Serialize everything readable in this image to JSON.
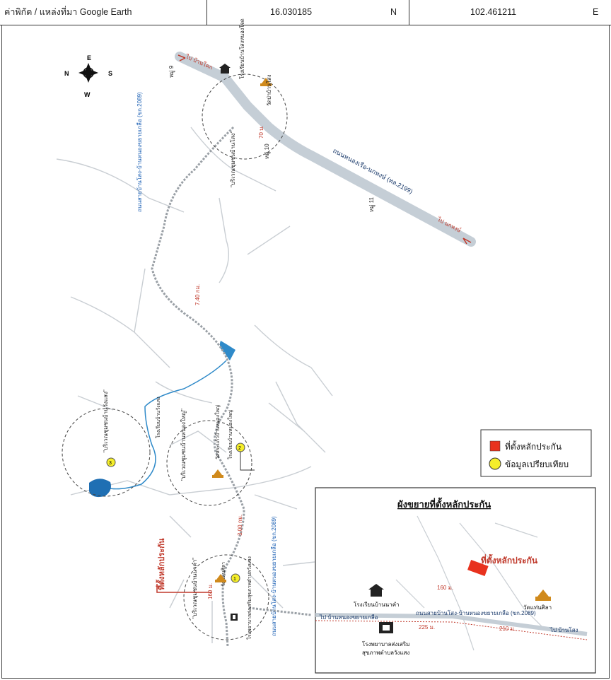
{
  "header": {
    "source_label": "ค่าพิกัด / แหล่งที่มา Google Earth",
    "lat_value": "16.030185",
    "lat_dir": "N",
    "lon_value": "102.461211",
    "lon_dir": "E"
  },
  "compass": {
    "n": "N",
    "e": "E",
    "s": "S",
    "w": "W"
  },
  "roads": {
    "main_highway": "ถนนหนองเรือ-นกหงษ์ (ทล.2199)",
    "side_road_upper": "ถนนสายบ้านโสง-บ้านหนองขยายเกลือ (ขก.2089)",
    "side_road_lower": "ถนนสายบ้านโสง-บ้านหนองขยายเกลือ (ขก.2089)",
    "to_top": "ไป บ้านโคก",
    "to_bottom": "ไป นกหงษ์",
    "dist_1": "7.40 กม.",
    "dist_2": "3.00 กม.",
    "dist_3": "70 ม.",
    "dist_4": "160 ม."
  },
  "places": {
    "school_1": "โรงเรียนบ้านโสงหนองโจด",
    "temple_1": "วัดป่าบ้านโสง",
    "moo_1": "หมู่ 9",
    "moo_2": "หมู่ 10",
    "moo_3": "หมู่ 11",
    "community_1": "\"บริเวณชุมชนบ้านโสง\"",
    "community_2": "\"บริเวณชุมชนบ้านวังแสง\"",
    "community_3": "\"บริเวณชุมชนบ้านหนองใหญ่\"",
    "community_4": "\"บริเวณชุมชนบ้านนาคำ\"",
    "school_2": "โรงเรียนบ้านวังแสง",
    "school_3": "โรงเรียนบ้านหนองใหญ่",
    "temple_2": "วัดสระแก้วบ้านหนองใหญ่",
    "temple_3": "วัดแท่นศิลา",
    "hospital": "โรงพยาบาลส่งเสริมสุขภาพตำบลวังแสง",
    "collateral_label": "ที่ตั้งหลักประกัน",
    "marker_1": "1",
    "marker_2": "2",
    "marker_3": "3"
  },
  "legend": {
    "collateral": "ที่ตั้งหลักประกัน",
    "comparison": "ข้อมูลเปรียบเทียบ",
    "collateral_color": "#e8321e",
    "comparison_color": "#f5ee2a"
  },
  "inset": {
    "title": "ผังขยายที่ตั้งหลักประกัน",
    "collateral": "ที่ตั้งหลักประกัน",
    "school": "โรงเรียนบ้านนาคำ",
    "temple": "วัดแท่นศิลา",
    "hospital_1": "โรงพยาบาลส่งเสริม",
    "hospital_2": "สุขภาพตำบลวังแสง",
    "road": "ถนนสายบ้านโสง-บ้านหนองขยายเกลือ (ขก.2089)",
    "to_left": "ไป บ้านหนองขยายเกลือ",
    "to_right": "ไป บ้านโสง",
    "dist_a": "160 ม.",
    "dist_b": "225 ม.",
    "dist_c": "210 ม."
  }
}
